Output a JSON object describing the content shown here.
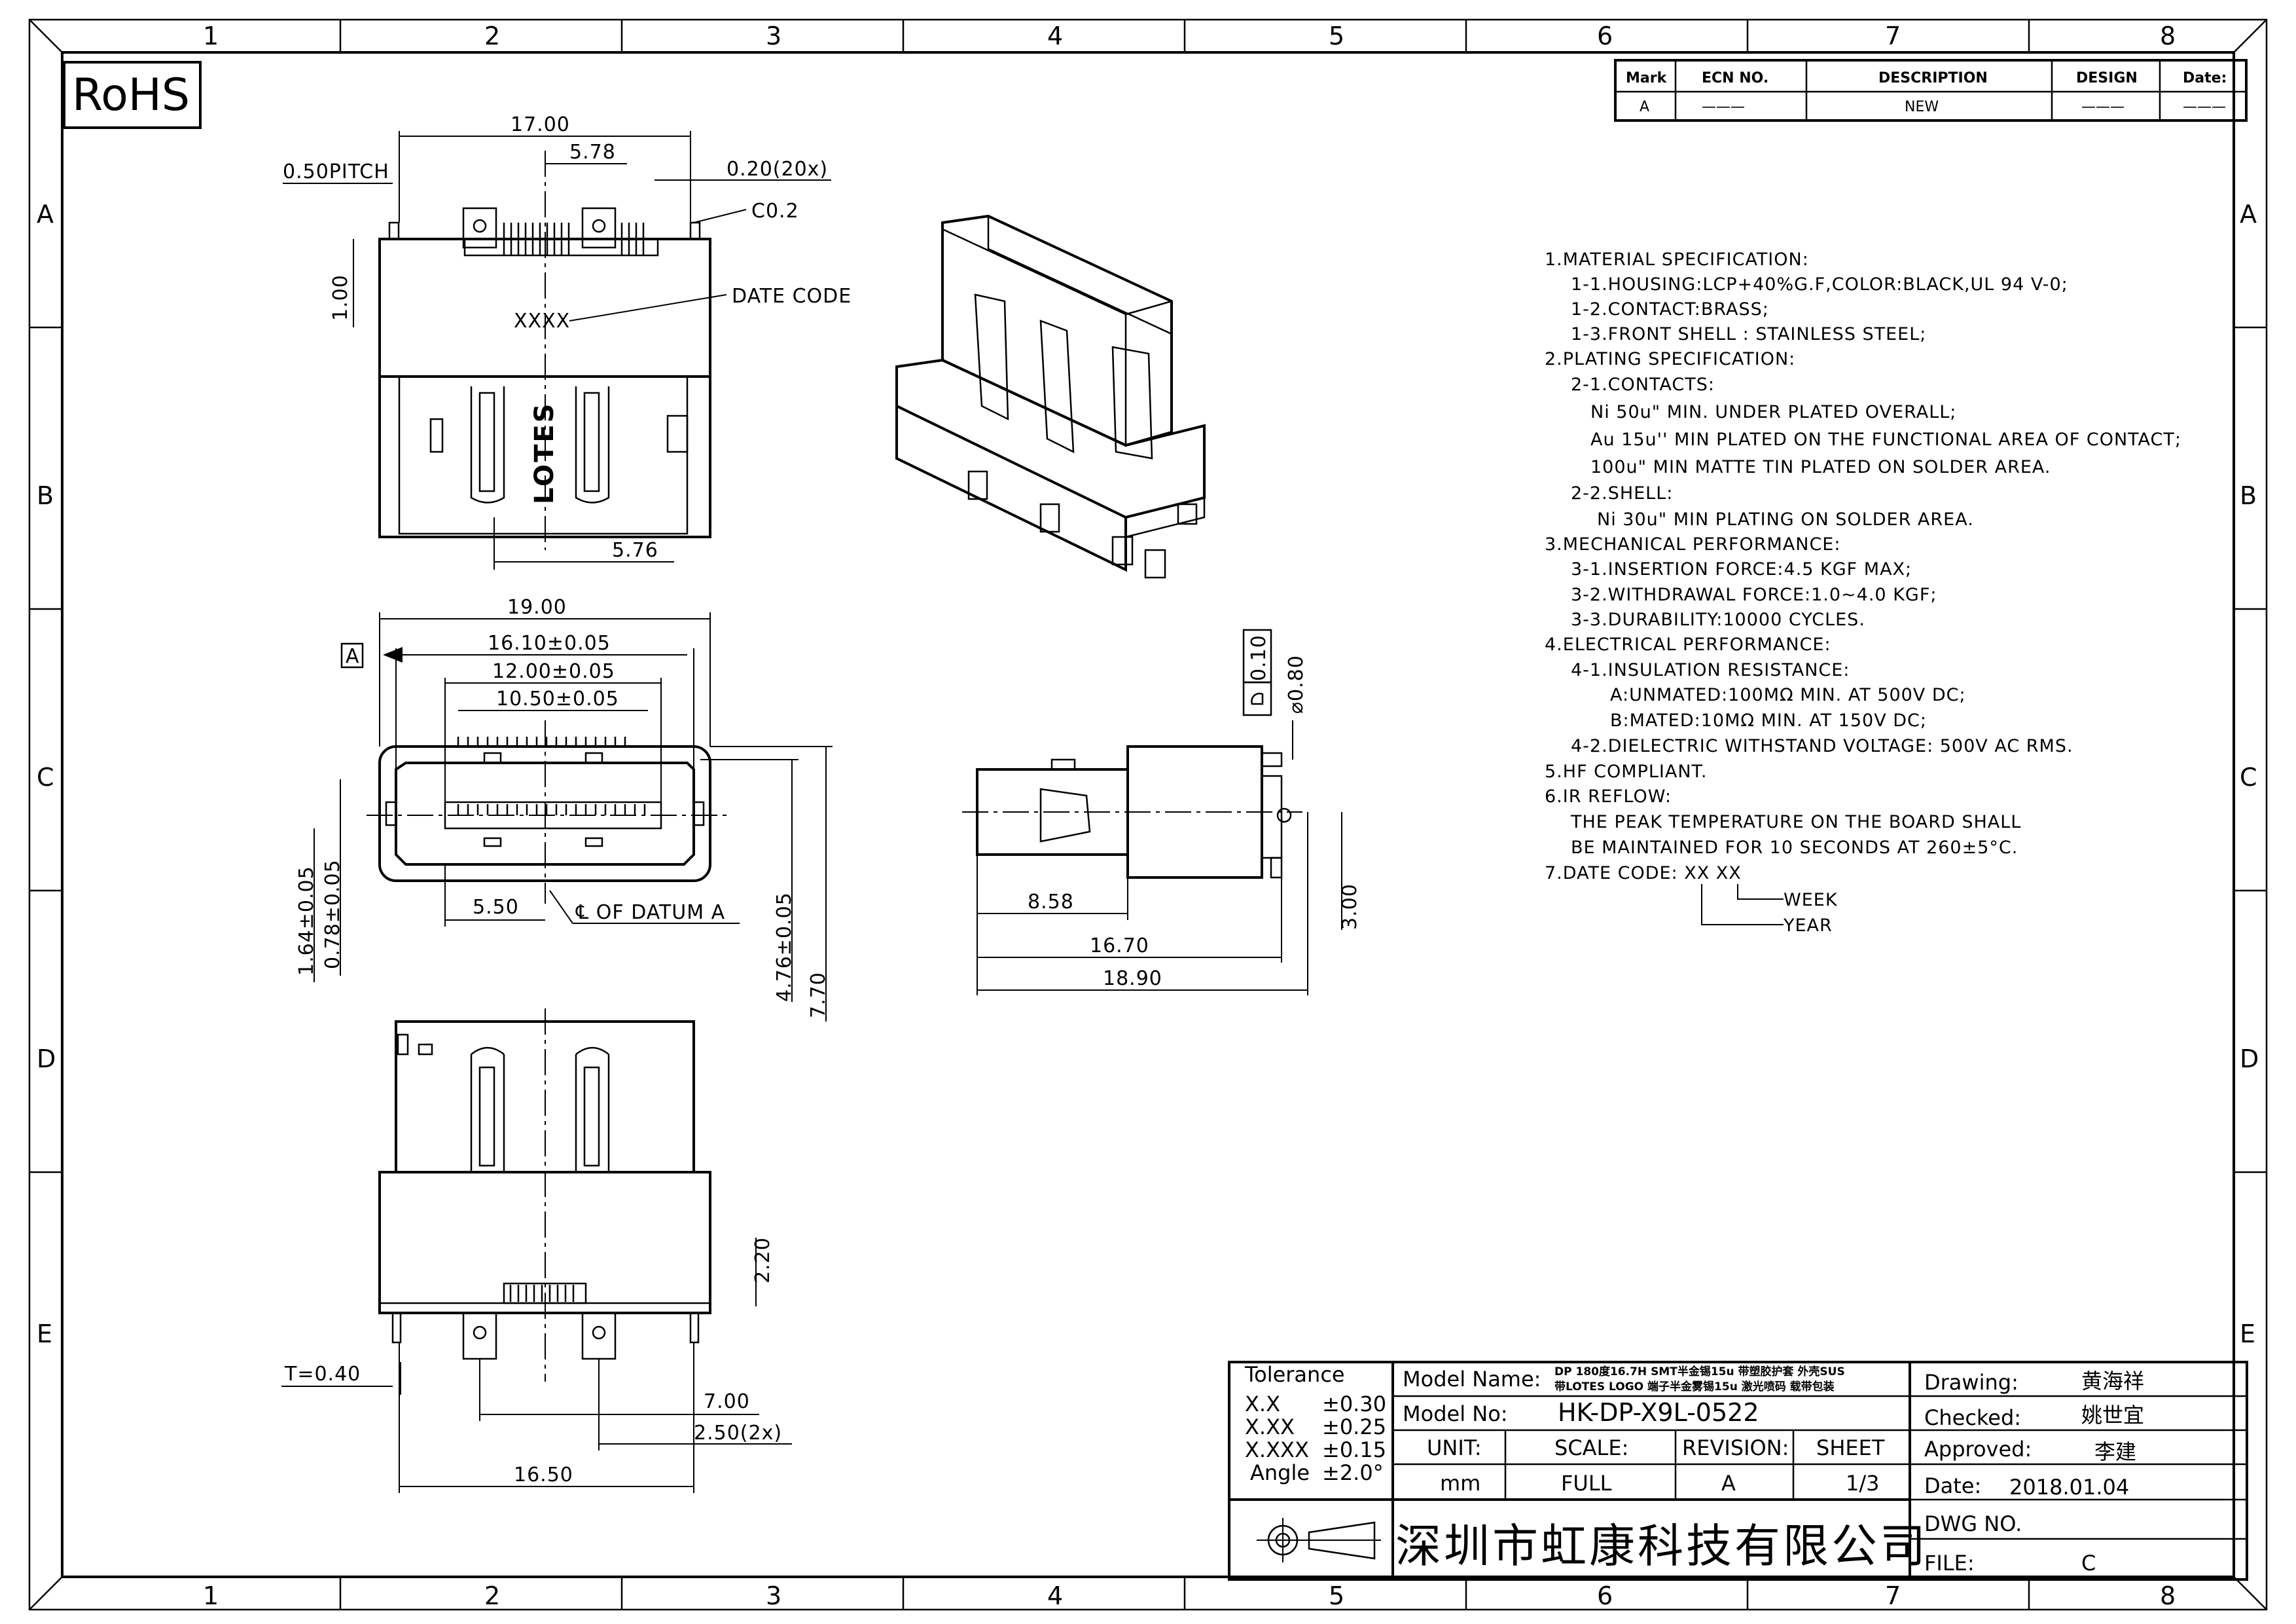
{
  "logo": "RoHS",
  "border": {
    "cols": [
      "1",
      "2",
      "3",
      "4",
      "5",
      "6",
      "7",
      "8"
    ],
    "rows": [
      "A",
      "B",
      "C",
      "D",
      "E"
    ]
  },
  "revision_table": {
    "headers": [
      "Mark",
      "ECN NO.",
      "DESCRIPTION",
      "DESIGN",
      "Date:"
    ],
    "row": [
      "A",
      "———",
      "NEW",
      "———",
      "———"
    ]
  },
  "top_view": {
    "dims": [
      "17.00",
      "5.78",
      "0.50PITCH",
      "0.20(20x)",
      "C0.2",
      "1.00",
      "DATE CODE",
      "5.76"
    ],
    "date_code_mark": "XXXX",
    "brand": "LOTES"
  },
  "front_view": {
    "datum": "A",
    "dims": [
      "19.00",
      "16.10±0.05",
      "12.00±0.05",
      "10.50±0.05",
      "5.50",
      "℄ OF DATUM A",
      "1.64±0.05",
      "0.78±0.05",
      "4.76±0.05",
      "7.70"
    ]
  },
  "side_view": {
    "dims": [
      "0.10",
      "⌀0.80",
      "8.58",
      "16.70",
      "18.90",
      "3.00"
    ]
  },
  "bottom_view": {
    "dims": [
      "T=0.40",
      "7.00",
      "2.50(2x)",
      "16.50",
      "2.20"
    ]
  },
  "notes": [
    "1.MATERIAL SPECIFICATION:",
    "1-1.HOUSING:LCP+40%G.F,COLOR:BLACK,UL 94 V-0;",
    "1-2.CONTACT:BRASS;",
    "1-3.FRONT SHELL : STAINLESS STEEL;",
    "2.PLATING SPECIFICATION:",
    "2-1.CONTACTS:",
    "Ni 50u\" MIN. UNDER PLATED OVERALL;",
    "Au 15u'' MIN PLATED ON THE FUNCTIONAL AREA OF CONTACT;",
    "100u\" MIN MATTE TIN  PLATED ON SOLDER AREA.",
    "2-2.SHELL:",
    "Ni 30u\" MIN PLATING ON SOLDER AREA.",
    "3.MECHANICAL PERFORMANCE:",
    "3-1.INSERTION FORCE:4.5 KGF MAX;",
    "3-2.WITHDRAWAL FORCE:1.0~4.0 KGF;",
    "3-3.DURABILITY:10000 CYCLES.",
    "4.ELECTRICAL PERFORMANCE:",
    "4-1.INSULATION RESISTANCE:",
    "A:UNMATED:100MΩ MIN. AT 500V DC;",
    "B:MATED:10MΩ MIN. AT 150V DC;",
    "4-2.DIELECTRIC WITHSTAND VOLTAGE: 500V AC RMS.",
    "5.HF COMPLIANT.",
    "6.IR REFLOW:",
    "THE PEAK TEMPERATURE ON THE BOARD SHALL",
    "BE MAINTAINED FOR 10 SECONDS AT 260±5°C.",
    "7.DATE CODE: XX XX",
    "WEEK",
    "YEAR"
  ],
  "title_block": {
    "tolerance_label": "Tolerance",
    "tolerances": [
      [
        "X.X",
        "±0.30"
      ],
      [
        "X.XX",
        "±0.25"
      ],
      [
        "X.XXX",
        "±0.15"
      ],
      [
        "Angle",
        "±2.0°"
      ]
    ],
    "model_name_label": "Model  Name:",
    "model_name_line1": "DP 180度16.7H SMT半金锡15u 带塑胶护套 外壳SUS",
    "model_name_line2": "带LOTES LOGO 端子半金雾锡15u 激光喷码 载带包装",
    "model_no_label": "Model  No:",
    "model_no": "HK-DP-X9L-0522",
    "unit_label": "UNIT:",
    "unit": "mm",
    "scale_label": "SCALE:",
    "scale": "FULL",
    "revision_label": "REVISION:",
    "revision": "A",
    "sheet_label": "SHEET",
    "sheet": "1/3",
    "company": "深圳市虹康科技有限公司",
    "drawing_label": "Drawing:",
    "drawing": "黄海祥",
    "checked_label": "Checked:",
    "checked": "姚世宜",
    "approved_label": "Approved:",
    "approved": "李建",
    "date_label": "Date:",
    "date": "2018.01.04",
    "dwg_label": "DWG  NO.",
    "file_label": "FILE:",
    "file": "C"
  }
}
